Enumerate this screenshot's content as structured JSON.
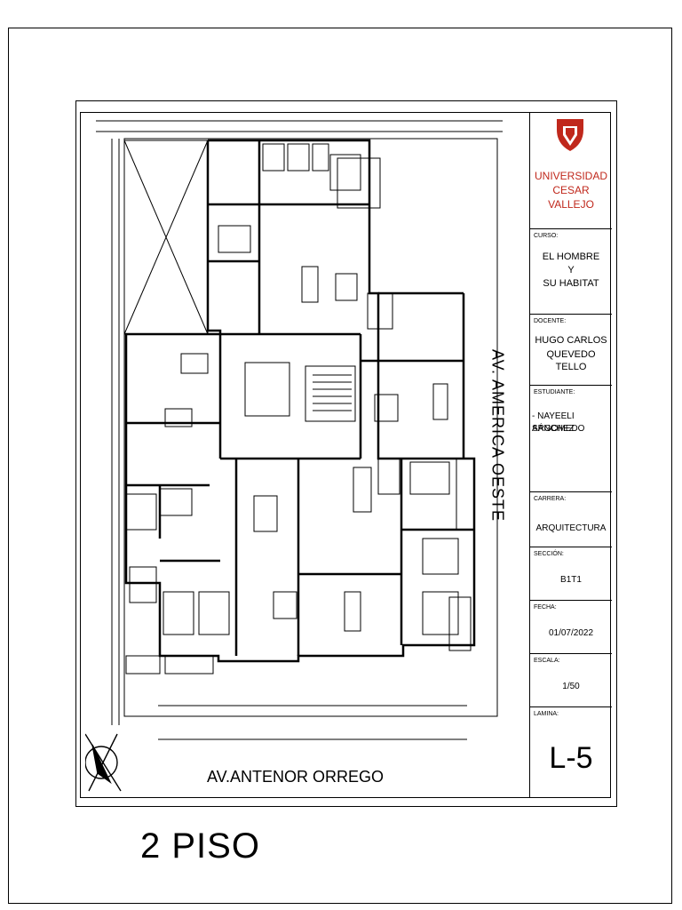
{
  "title_block": {
    "university": "UNIVERSIDAD CESAR VALLEJO",
    "logo_colors": {
      "red": "#c0281c"
    },
    "course_label": "CURSO:",
    "course_lines": [
      "EL HOMBRE",
      "Y",
      "SU HABITAT"
    ],
    "teacher_label": "DOCENTE:",
    "teacher_lines": [
      "HUGO CARLOS",
      "QUEVEDO TELLO"
    ],
    "student_label": "ESTUDIANTE:",
    "student_lines": [
      "- NAYEELI SÁNCHEZ",
      "ARGOMEDO"
    ],
    "career_label": "CARRERA:",
    "career": "ARQUITECTURA",
    "section_label": "SECCIÓN:",
    "section": "B1T1",
    "date_label": "FECHA:",
    "date": "01/07/2022",
    "scale_label": "ESCALA:",
    "scale": "1/50",
    "sheet_label": "LAMINA:",
    "sheet_number": "L-5"
  },
  "plan": {
    "street_right": "AV. AMERICA OESTE",
    "street_bottom": "AV.ANTENOR ORREGO",
    "floor_label": "2 PISO"
  }
}
